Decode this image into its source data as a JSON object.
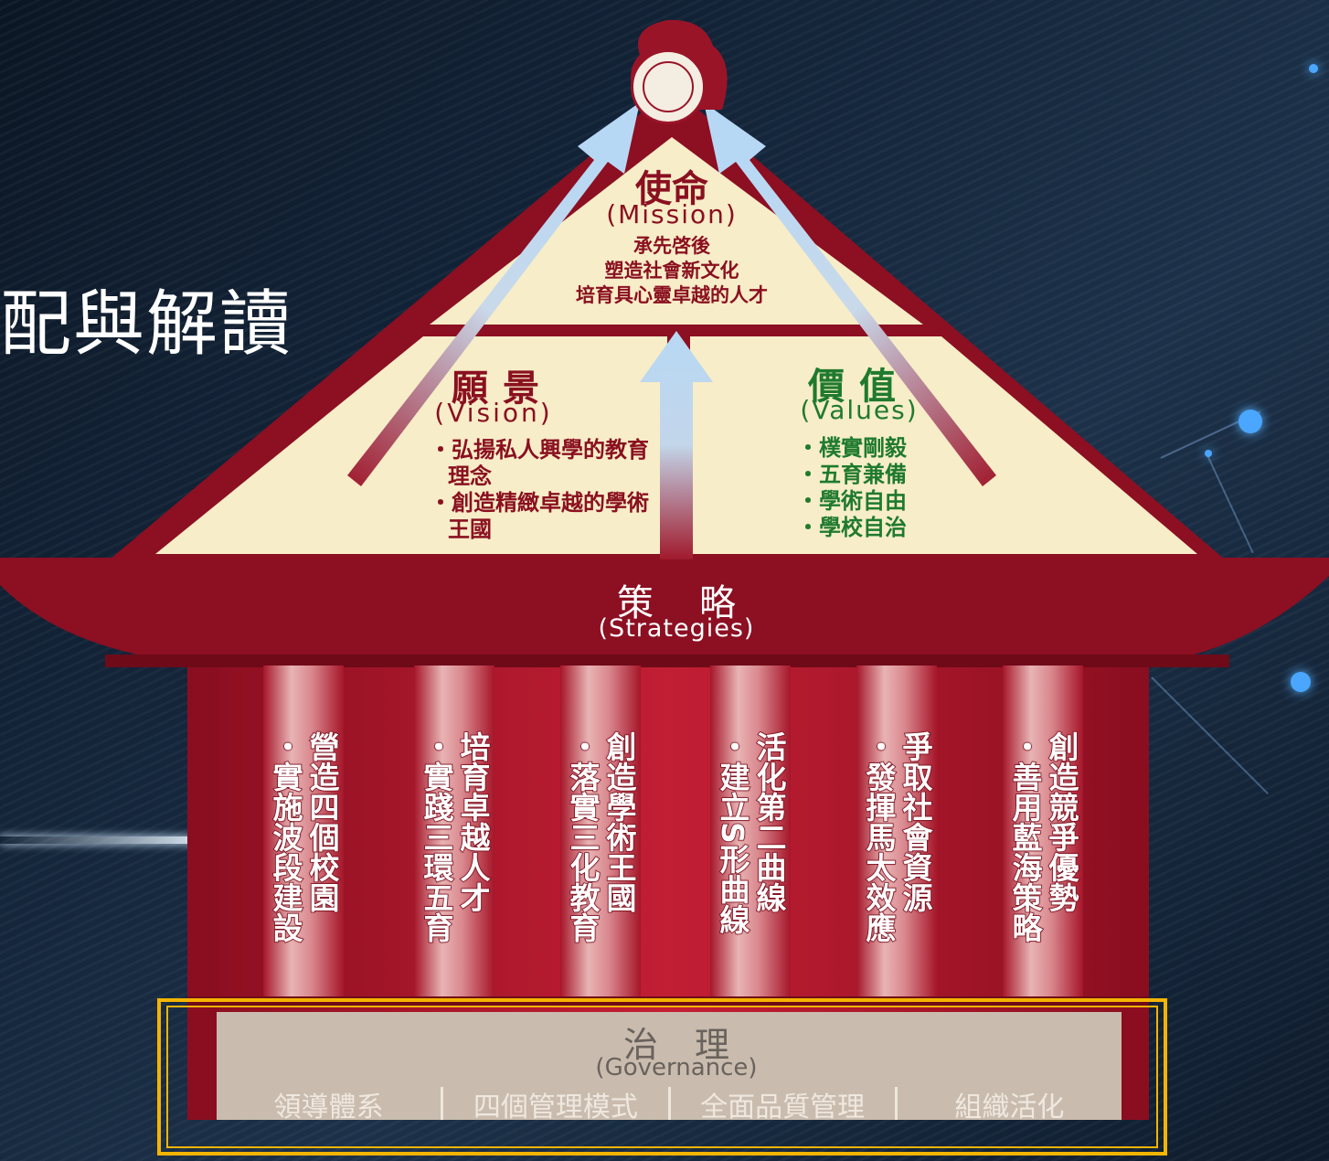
{
  "side_title": "配與解讀",
  "mission": {
    "title": "使命",
    "subtitle": "(Mission)",
    "lines": [
      "承先啓後",
      "塑造社會新文化",
      "培育具心靈卓越的人才"
    ]
  },
  "vision": {
    "title": "願景",
    "subtitle": "(Vision)",
    "items": [
      "・弘揚私人興學的教育理念",
      "・創造精緻卓越的學術王國"
    ]
  },
  "values": {
    "title": "價值",
    "subtitle": "(Values)",
    "items": [
      "・樸實剛毅",
      "・五育兼備",
      "・學術自由",
      "・學校自治"
    ]
  },
  "strategies": {
    "title": "策略",
    "subtitle": "(Strategies)",
    "pillars": [
      {
        "line1": "營造四個校園",
        "line2": "・實施波段建設"
      },
      {
        "line1": "培育卓越人才",
        "line2": "・實踐三環五育"
      },
      {
        "line1": "創造學術王國",
        "line2": "・落實三化教育"
      },
      {
        "line1": "活化第二曲線",
        "line2": "・建立S形曲線"
      },
      {
        "line1": "爭取社會資源",
        "line2": "・發揮馬太效應"
      },
      {
        "line1": "創造競爭優勢",
        "line2": "・善用藍海策略"
      }
    ]
  },
  "governance": {
    "title": "治理",
    "subtitle": "(Governance)",
    "items": [
      "領導體系",
      "四個管理模式",
      "全面品質管理",
      "組織活化"
    ]
  },
  "logo_name": "tamkang-university-seal-icon",
  "colors": {
    "roof": "#8c0f22",
    "cream": "#f7edc8",
    "values_green": "#1f7a2e",
    "highlight": "#f5b400"
  }
}
